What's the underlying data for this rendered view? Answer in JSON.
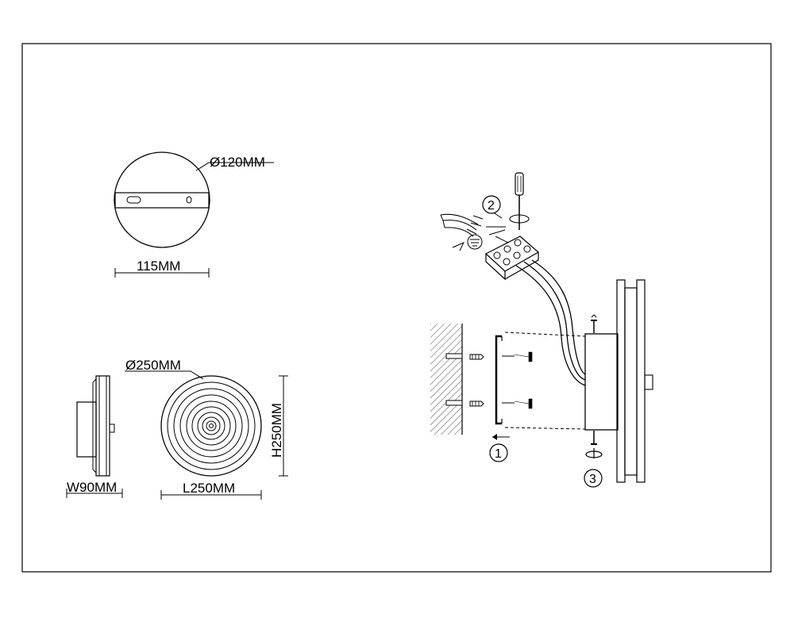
{
  "drawing": {
    "bracket": {
      "diameter_label": "Ø120MM",
      "width_label": "115MM"
    },
    "lamp_front": {
      "diameter_label": "Ø250MM",
      "length_label": "L250MM",
      "height_label": "H250MM"
    },
    "lamp_side": {
      "width_label": "W90MM"
    },
    "installation": {
      "steps": [
        {
          "number": "1"
        },
        {
          "number": "2"
        },
        {
          "number": "3"
        }
      ]
    }
  },
  "colors": {
    "line": "#000000",
    "background": "#ffffff",
    "hatch": "#555555"
  },
  "icons": [
    "screwdriver-icon",
    "wire-stripper-icon",
    "wall-plug-icon",
    "screw-icon",
    "rotate-arrow-icon"
  ]
}
